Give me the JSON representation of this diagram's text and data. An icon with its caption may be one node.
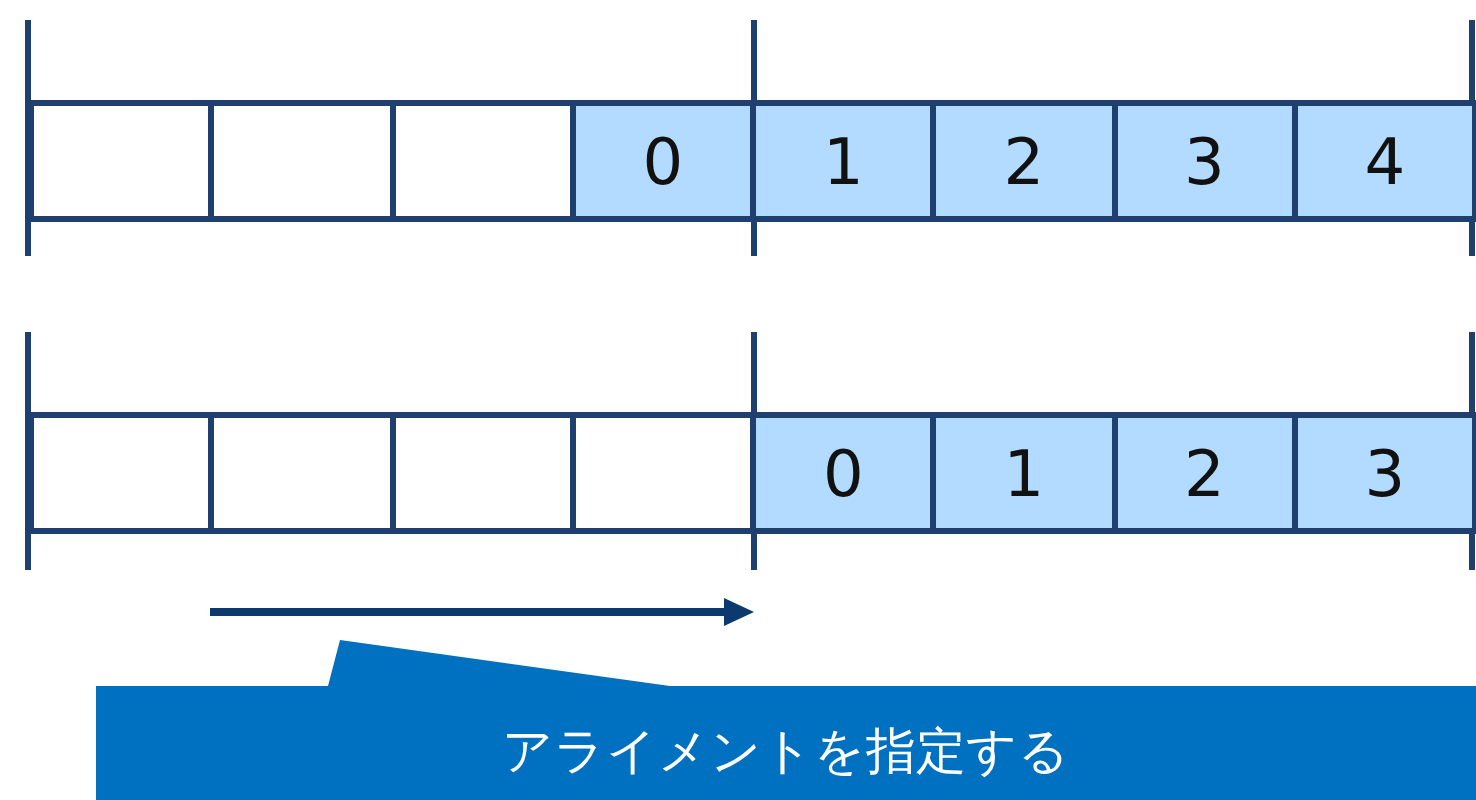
{
  "diagram": {
    "nodes": [
      {
        "text": [],
        "shape": "box"
      },
      {
        "text": [],
        "shape": "box"
      },
      {
        "text": [],
        "shape": "box"
      },
      {
        "text": [
          "0"
        ]
      },
      {
        "text": [
          "1"
        ]
      },
      {
        "text": [
          "2"
        ]
      },
      {
        "text": [
          "3"
        ]
      },
      {
        "text": [
          "4"
        ]
      },
      {
        "text": [],
        "shape": "box"
      },
      {
        "text": [],
        "shape": "box"
      },
      {
        "text": [],
        "shape": "box"
      },
      {
        "text": [],
        "shape": "box"
      },
      {
        "text": [
          "0"
        ]
      },
      {
        "text": [
          "1"
        ]
      },
      {
        "text": [
          "2"
        ]
      },
      {
        "text": [
          "3"
        ]
      },
      {
        "text": [
          "アライメントを指定する"
        ]
      }
    ]
  }
}
